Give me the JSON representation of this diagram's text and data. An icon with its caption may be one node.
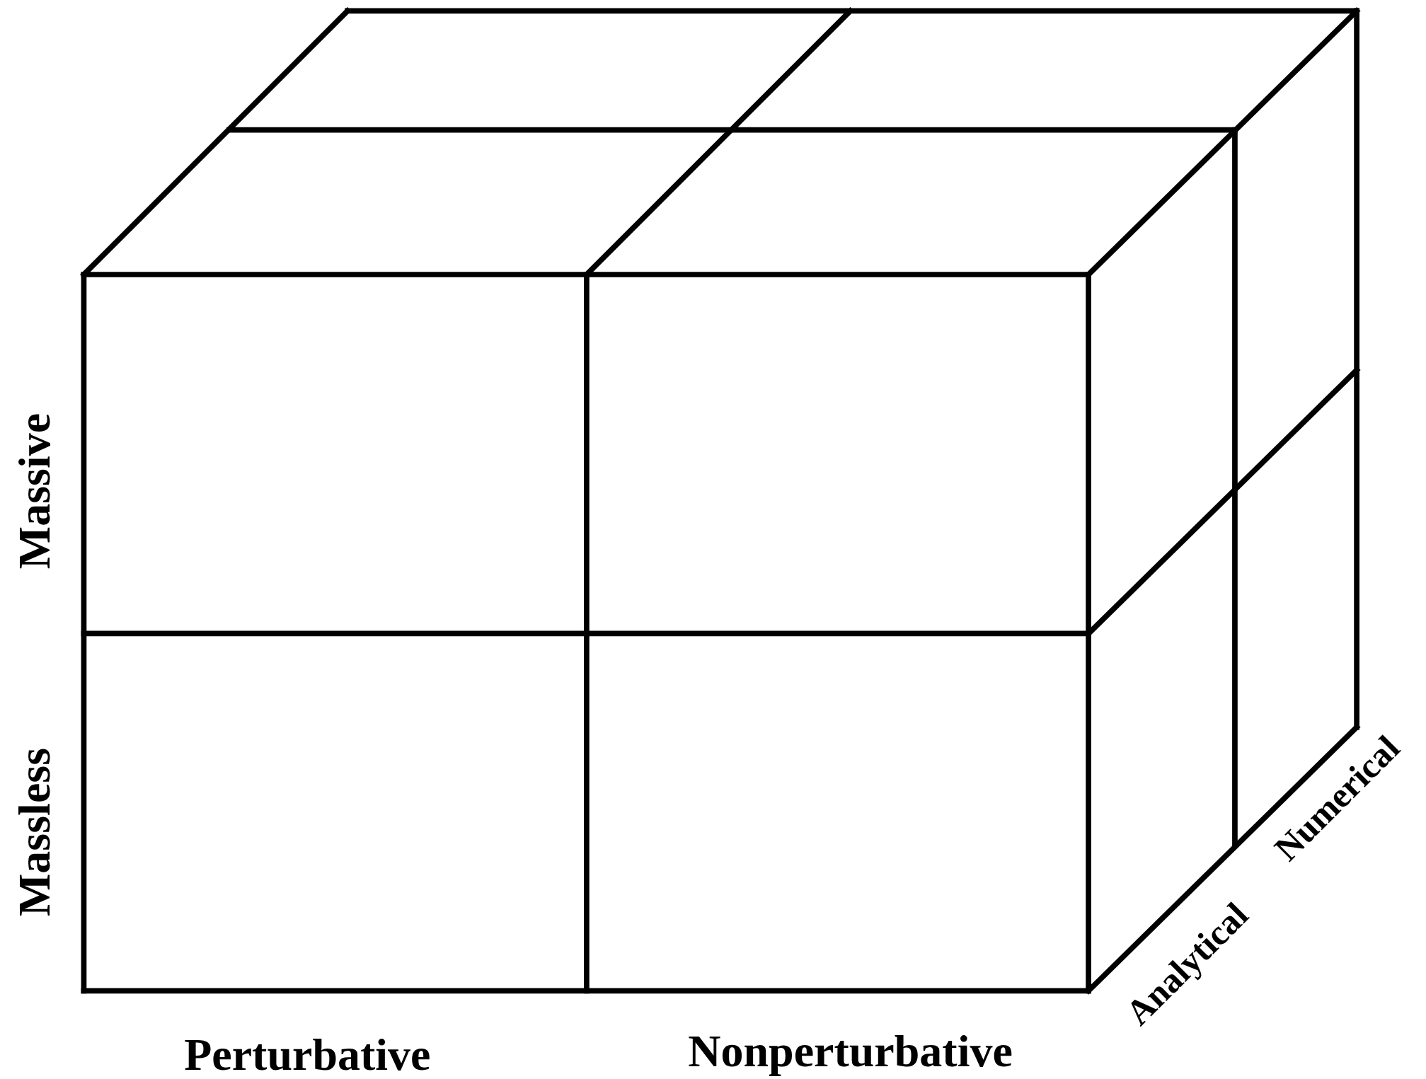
{
  "diagram": {
    "labels": [
      "Massive",
      "Massless",
      "Perturbative",
      "Nonperturbative",
      "Analytical",
      "Numerical"
    ]
  }
}
